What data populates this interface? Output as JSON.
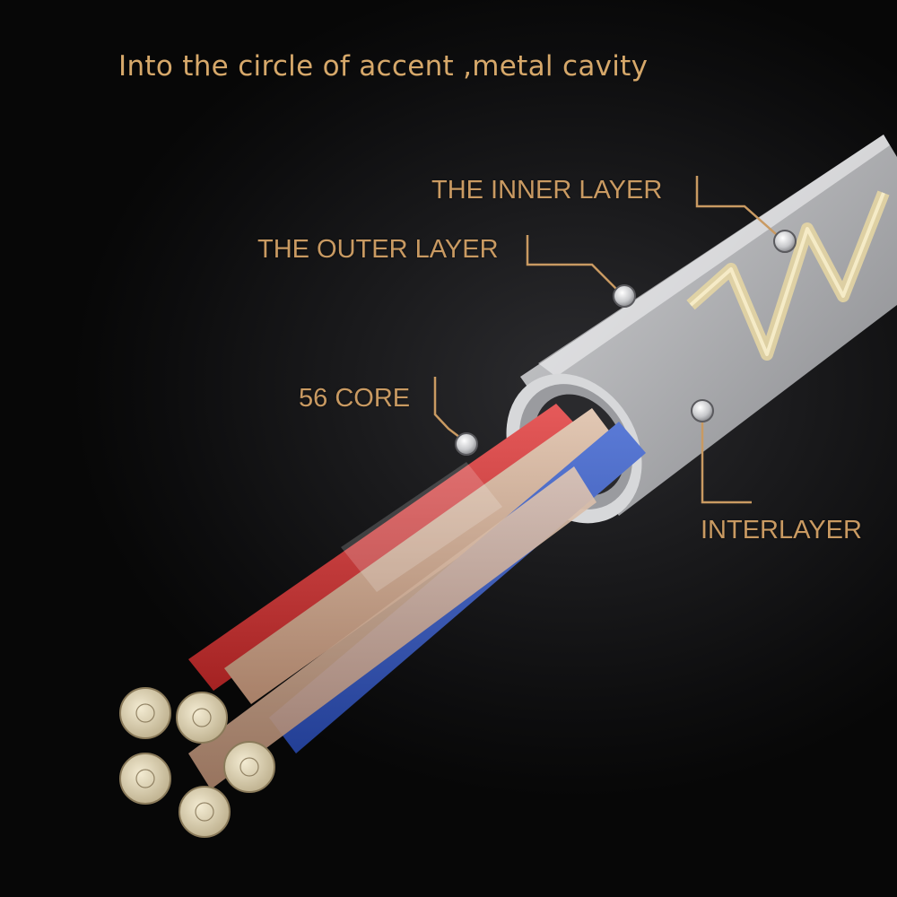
{
  "title": "Into the circle of accent ,metal cavity",
  "labels": {
    "inner_layer": "THE INNER LAYER",
    "outer_layer": "THE OUTER LAYER",
    "core": "56 CORE",
    "interlayer": "INTERLAYER"
  },
  "colors": {
    "label": "#c99a62",
    "title": "#d6a86a",
    "jacket": "#c9cacc",
    "red_wire": "#cf3a3a",
    "blue_wire": "#3655b8",
    "copper_wire": "#c8a48a",
    "interlayer_wrap": "#e7d7a2"
  }
}
